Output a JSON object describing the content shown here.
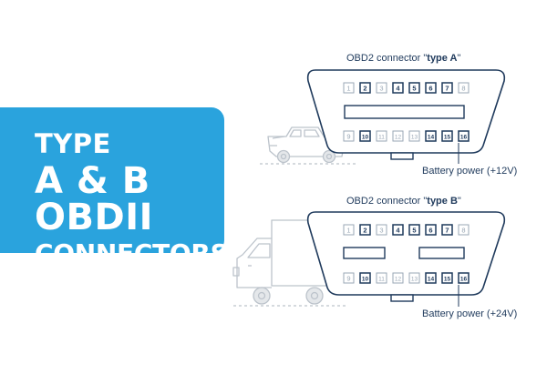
{
  "banner": {
    "line1": "TYPE",
    "line2": "A & B OBDII",
    "line3": "CONNECTORS"
  },
  "connector_a": {
    "title_prefix": "OBD2 connector \"",
    "title_type": "type A",
    "title_suffix": "\"",
    "top_pins": [
      "1",
      "2",
      "3",
      "4",
      "5",
      "6",
      "7",
      "8"
    ],
    "bottom_pins": [
      "9",
      "10",
      "11",
      "12",
      "13",
      "14",
      "15",
      "16"
    ],
    "power_label": "Battery power (+12V)"
  },
  "connector_b": {
    "title_prefix": "OBD2 connector \"",
    "title_type": "type B",
    "title_suffix": "\"",
    "top_pins": [
      "1",
      "2",
      "3",
      "4",
      "5",
      "6",
      "7",
      "8"
    ],
    "bottom_pins": [
      "9",
      "10",
      "11",
      "12",
      "13",
      "14",
      "15",
      "16"
    ],
    "power_label": "Battery power (+24V)"
  },
  "colors": {
    "banner": "#2aa3dd",
    "outline": "#1f3a5c",
    "pin_active": "#1f3a5c",
    "pin_inactive": "#9aa7b5",
    "vehicle_sketch": "#bcc3cb"
  },
  "pin_states": {
    "connector_a": {
      "active": [
        2,
        4,
        5,
        6,
        7,
        10,
        14,
        15,
        16
      ]
    },
    "connector_b": {
      "active": [
        2,
        4,
        5,
        6,
        7,
        10,
        14,
        15,
        16
      ]
    }
  },
  "icons": {
    "vehicle_a": "pickup-truck-icon",
    "vehicle_b": "box-truck-icon"
  }
}
